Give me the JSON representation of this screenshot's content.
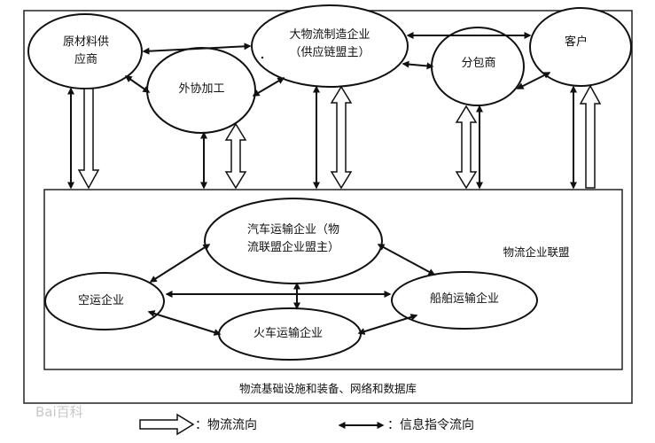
{
  "nodes": {
    "supplier": [
      "原材料供",
      "应商"
    ],
    "outsourcing": "外协加工",
    "manufacturer": [
      "大物流制造企业",
      "（供应链盟主）"
    ],
    "subcontractor": "分包商",
    "customer": "客户",
    "truck": [
      "汽车运输企业（物",
      "流联盟企业盟主）"
    ],
    "air": "空运企业",
    "ship": "船舶运输企业",
    "train": "火车运输企业"
  },
  "alliance_label": "物流企业联盟",
  "infrastructure_label": "物流基础设施和装备、网络和数据库",
  "legend": {
    "physical_flow": "：物流流向",
    "info_flow": "：信息指令流向"
  },
  "watermark": "Bai百科"
}
